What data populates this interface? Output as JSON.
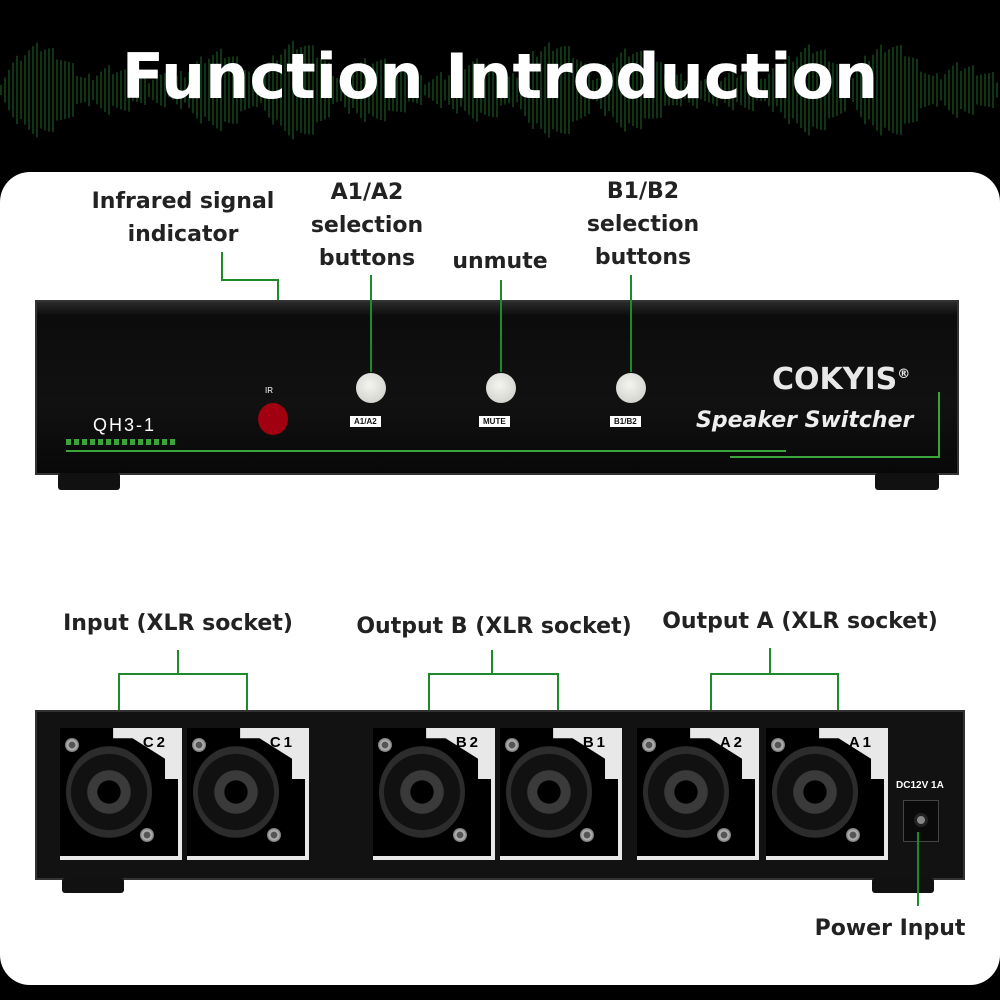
{
  "header": {
    "title": "Function Introduction"
  },
  "front": {
    "labels": {
      "ir": [
        "Infrared signal",
        "indicator"
      ],
      "a": [
        "A1/A2",
        "selection",
        "buttons"
      ],
      "mute": [
        "unmute"
      ],
      "b": [
        "B1/B2",
        "selection",
        "buttons"
      ]
    },
    "ir_text": "IR",
    "model": "QH3-1",
    "button_tags": {
      "a": "A1/A2",
      "mute": "MUTE",
      "b": "B1/B2"
    },
    "brand": "COKYIS",
    "brand_mark": "®",
    "product": "Speaker Switcher"
  },
  "back": {
    "groups": {
      "input": "Input (XLR socket)",
      "out_b": "Output B (XLR socket)",
      "out_a": "Output A (XLR socket)"
    },
    "sockets": [
      "C2",
      "C1",
      "B2",
      "B1",
      "A2",
      "A1"
    ],
    "power_rating": "DC12V 1A",
    "power_label": "Power Input"
  },
  "colors": {
    "accent_green": "#1e8a2c",
    "led_red": "#b00010"
  }
}
